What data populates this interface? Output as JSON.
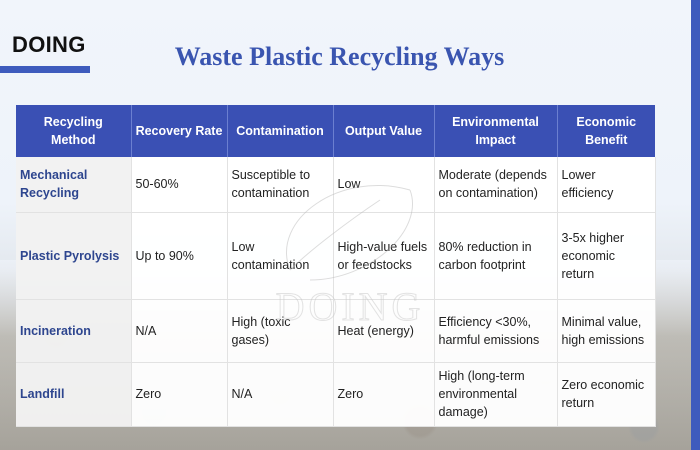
{
  "brand": {
    "logo_text": "DOING",
    "accent_color": "#3e5bbd"
  },
  "slide": {
    "title": "Waste Plastic Recycling Ways",
    "title_color": "#3a55b0",
    "watermark_text": "DOING"
  },
  "table": {
    "header_color": "#3a50b4",
    "columns": [
      "Recycling Method",
      "Recovery Rate",
      "Contamination",
      "Output Value",
      "Environmental Impact",
      "Economic Benefit"
    ],
    "rows": [
      {
        "method": "Mechanical Recycling",
        "recovery_rate": "50-60%",
        "contamination": "Susceptible to contamination",
        "output_value": "Low",
        "environmental_impact": "Moderate (depends on contamination)",
        "economic_benefit": "Lower efficiency"
      },
      {
        "method": "Plastic Pyrolysis",
        "recovery_rate": "Up to 90%",
        "contamination": "Low contamination",
        "output_value": "High-value fuels or feedstocks",
        "environmental_impact": "80% reduction in carbon footprint",
        "economic_benefit": "3-5x higher economic return"
      },
      {
        "method": "Incineration",
        "recovery_rate": "N/A",
        "contamination": "High (toxic gases)",
        "output_value": "Heat (energy)",
        "environmental_impact": "Efficiency <30%, harmful emissions",
        "economic_benefit": "Minimal value, high emissions"
      },
      {
        "method": "Landfill",
        "recovery_rate": "Zero",
        "contamination": "N/A",
        "output_value": "Zero",
        "environmental_impact": "High (long-term environmental damage)",
        "economic_benefit": "Zero economic return"
      }
    ]
  }
}
